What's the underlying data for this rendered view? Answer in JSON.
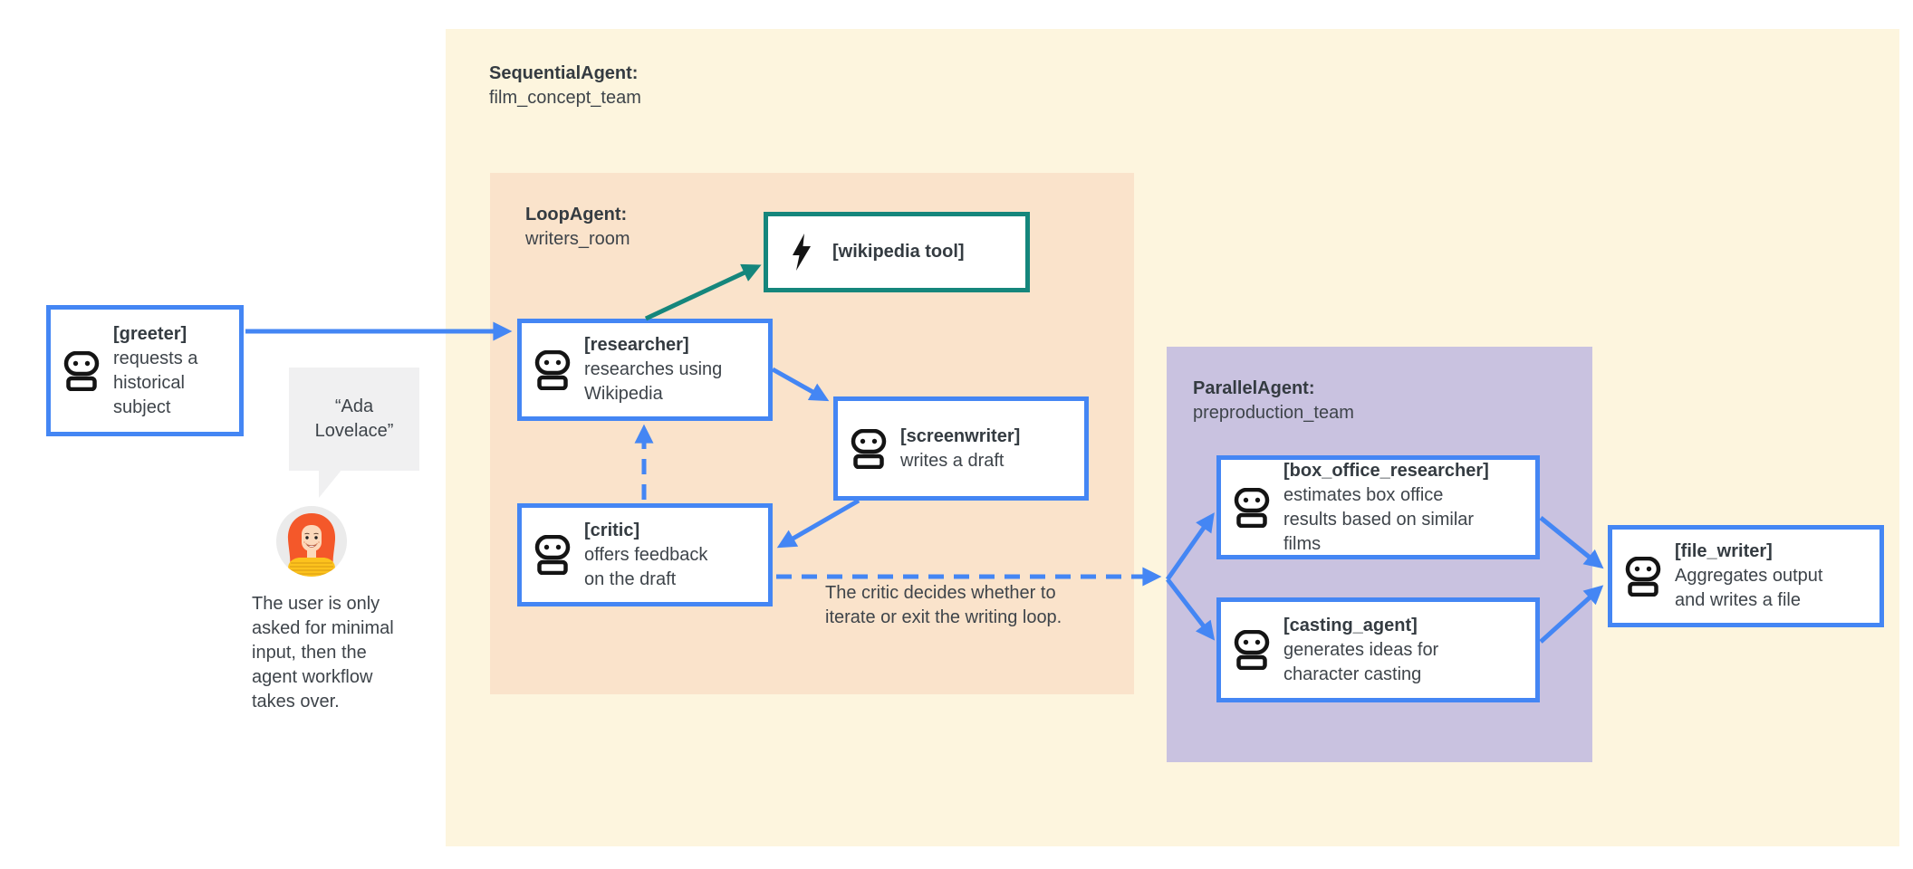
{
  "colors": {
    "background": "#ffffff",
    "sequential_bg": "#fdf5de",
    "loop_bg": "#fae3cb",
    "parallel_bg": "#c9c2e0",
    "agent_border_blue": "#4486f4",
    "tool_border_teal": "#15867c",
    "text_dark": "#3e444a",
    "title_dark": "#343b41",
    "bubble_gray": "#f0f0f1"
  },
  "containers": {
    "sequential": {
      "type": "SequentialAgent:",
      "name": "film_concept_team"
    },
    "loop": {
      "type": "LoopAgent:",
      "name": "writers_room"
    },
    "parallel": {
      "type": "ParallelAgent:",
      "name": "preproduction_team"
    }
  },
  "nodes": {
    "greeter": {
      "title": "[greeter]",
      "desc": "requests a\nhistorical\nsubject"
    },
    "researcher": {
      "title": "[researcher]",
      "desc": "researches using\nWikipedia"
    },
    "wikipedia_tool": {
      "title": "[wikipedia tool]"
    },
    "screenwriter": {
      "title": "[screenwriter]",
      "desc": "writes a draft"
    },
    "critic": {
      "title": "[critic]",
      "desc": "offers feedback\non the draft"
    },
    "box_office_researcher": {
      "title": "[box_office_researcher]",
      "desc": "estimates box office\nresults based on similar\nfilms"
    },
    "casting_agent": {
      "title": "[casting_agent]",
      "desc": "generates ideas for\ncharacter casting"
    },
    "file_writer": {
      "title": "[file_writer]",
      "desc": "Aggregates output\nand writes a file"
    }
  },
  "annotations": {
    "speech_bubble": "“Ada\nLovelace”",
    "user_note": "The user is only\nasked for minimal\ninput, then the\nagent workflow\ntakes over.",
    "critic_note": "The critic decides whether to\niterate or exit the writing loop."
  }
}
